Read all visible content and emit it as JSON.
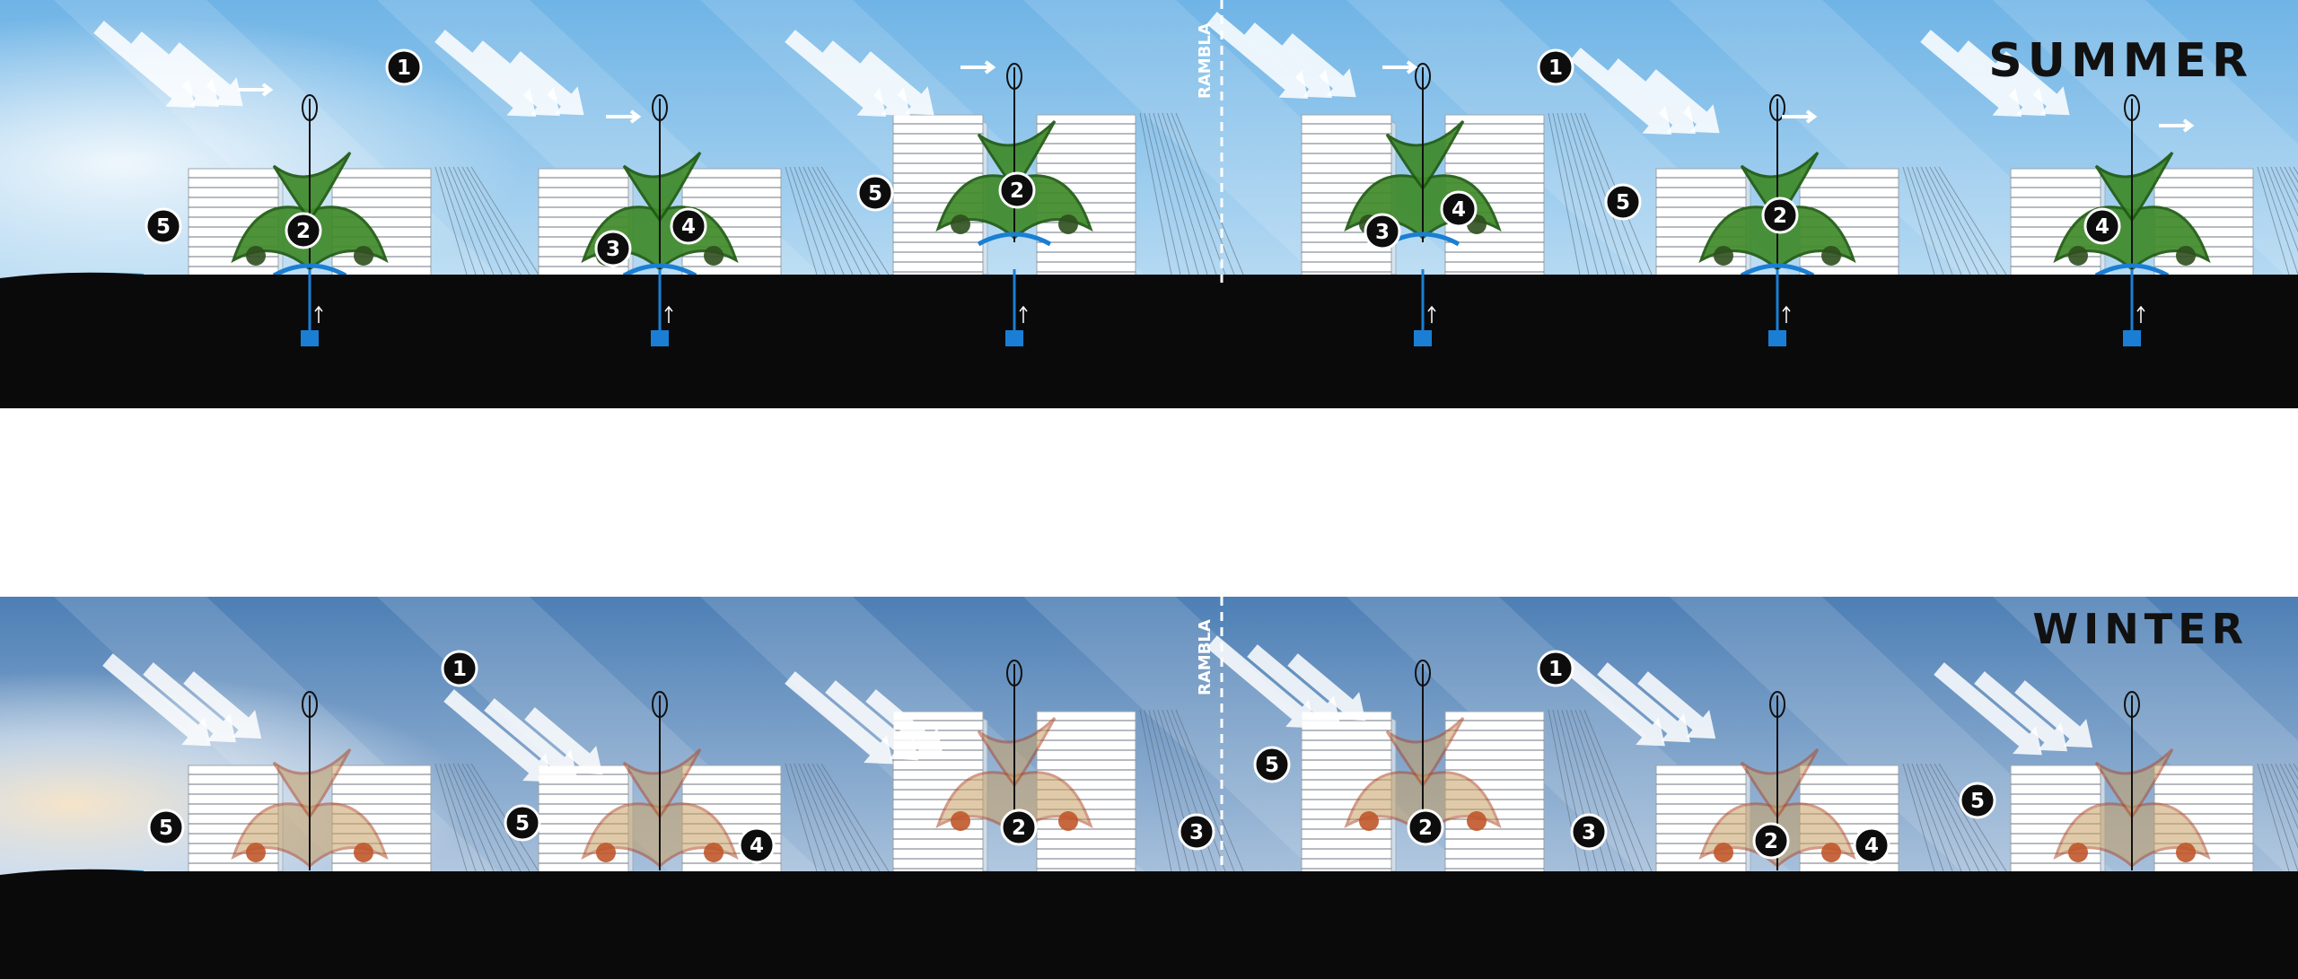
{
  "colors": {
    "ground": "#0a0a0a",
    "sea": "#2e90c8",
    "summer_sky_top": "#6fb4e6",
    "summer_sky_bottom": "#cfe6f7",
    "winter_sky_top": "#4d7fb5",
    "winter_sky_bottom": "#dfe9f3",
    "summer_canopy": "#3f8a2a",
    "summer_canopy_edge": "#1f5a12",
    "winter_canopy": "#c8a064",
    "winter_canopy_edge": "#b04a28",
    "water_blue": "#1a7fd4",
    "wind_arrow": "#ffffff",
    "marker_fill": "#0d0d0d",
    "marker_text": "#ffffff"
  },
  "panels": [
    {
      "id": "summer",
      "season_label": "SUMMER",
      "rambla_label": "RAMBLA",
      "modules": [
        {
          "markers": [
            "1",
            "5",
            "2"
          ]
        },
        {
          "markers": [
            "3",
            "4"
          ]
        },
        {
          "markers": [
            "5",
            "2"
          ]
        },
        {
          "markers": [
            "1",
            "3",
            "4"
          ]
        },
        {
          "markers": [
            "5",
            "2"
          ]
        },
        {
          "markers": [
            "4"
          ]
        }
      ]
    },
    {
      "id": "winter",
      "season_label": "WINTER",
      "rambla_label": "RAMBLA",
      "modules": [
        {
          "markers": [
            "1",
            "5"
          ]
        },
        {
          "markers": [
            "5",
            "4"
          ]
        },
        {
          "markers": [
            "2",
            "3"
          ]
        },
        {
          "markers": [
            "1",
            "5",
            "2"
          ]
        },
        {
          "markers": [
            "3",
            "2",
            "4"
          ]
        },
        {
          "markers": [
            "5"
          ]
        }
      ]
    }
  ]
}
